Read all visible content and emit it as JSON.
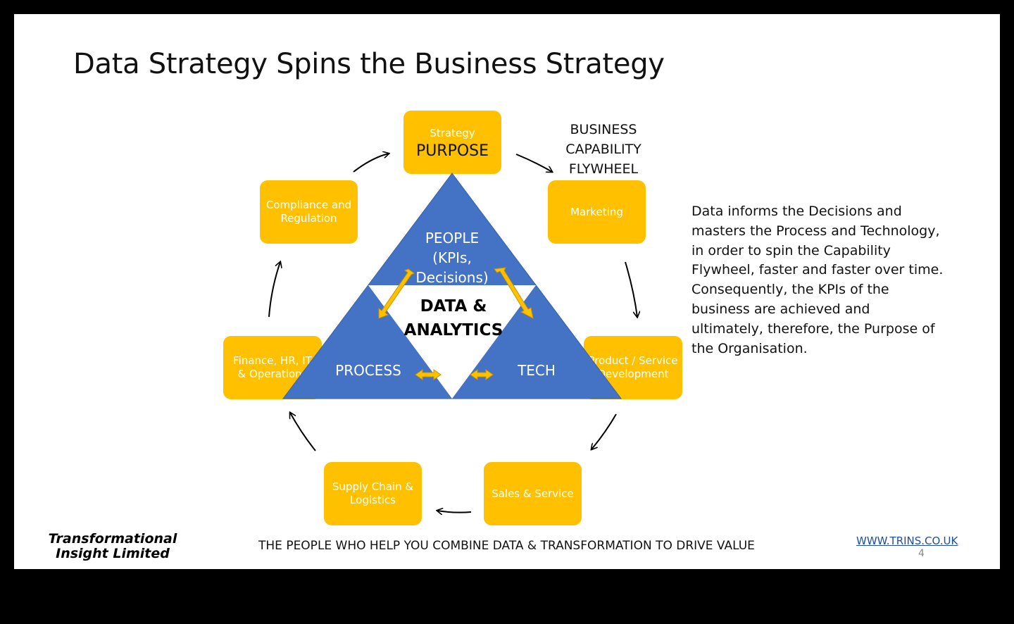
{
  "title": "Data Strategy Spins the Business Strategy",
  "flywheel": {
    "label": "BUSINESS\nCAPABILITY\nFLYWHEEL",
    "boxes": {
      "strategy": {
        "small": "Strategy",
        "big": "PURPOSE"
      },
      "marketing": "Marketing",
      "product": "Product / Service Development",
      "sales": "Sales & Service",
      "supply": "Supply Chain & Logistics",
      "finance": "Finance, HR, IT & Operations",
      "compliance": "Compliance and Regulation"
    }
  },
  "triangle": {
    "people": "PEOPLE\n(KPIs,\nDecisions)",
    "process": "PROCESS",
    "tech": "TECH",
    "center": "DATA &\nANALYTICS"
  },
  "body_text": "Data informs the Decisions and masters the Process and Technology, in order to spin the Capability Flywheel, faster and faster over time.  Consequently, the KPIs of the business are achieved and ultimately, therefore, the Purpose of the Organisation.",
  "footer": {
    "logo": "Transformational\nInsight Limited",
    "tagline": "THE PEOPLE WHO HELP YOU COMBINE DATA & TRANSFORMATION TO DRIVE VALUE",
    "url": "WWW.TRINS.CO.UK",
    "page": "4"
  },
  "colors": {
    "box": "#FFC000",
    "triangle": "#4472C4",
    "frame": "#000000"
  }
}
